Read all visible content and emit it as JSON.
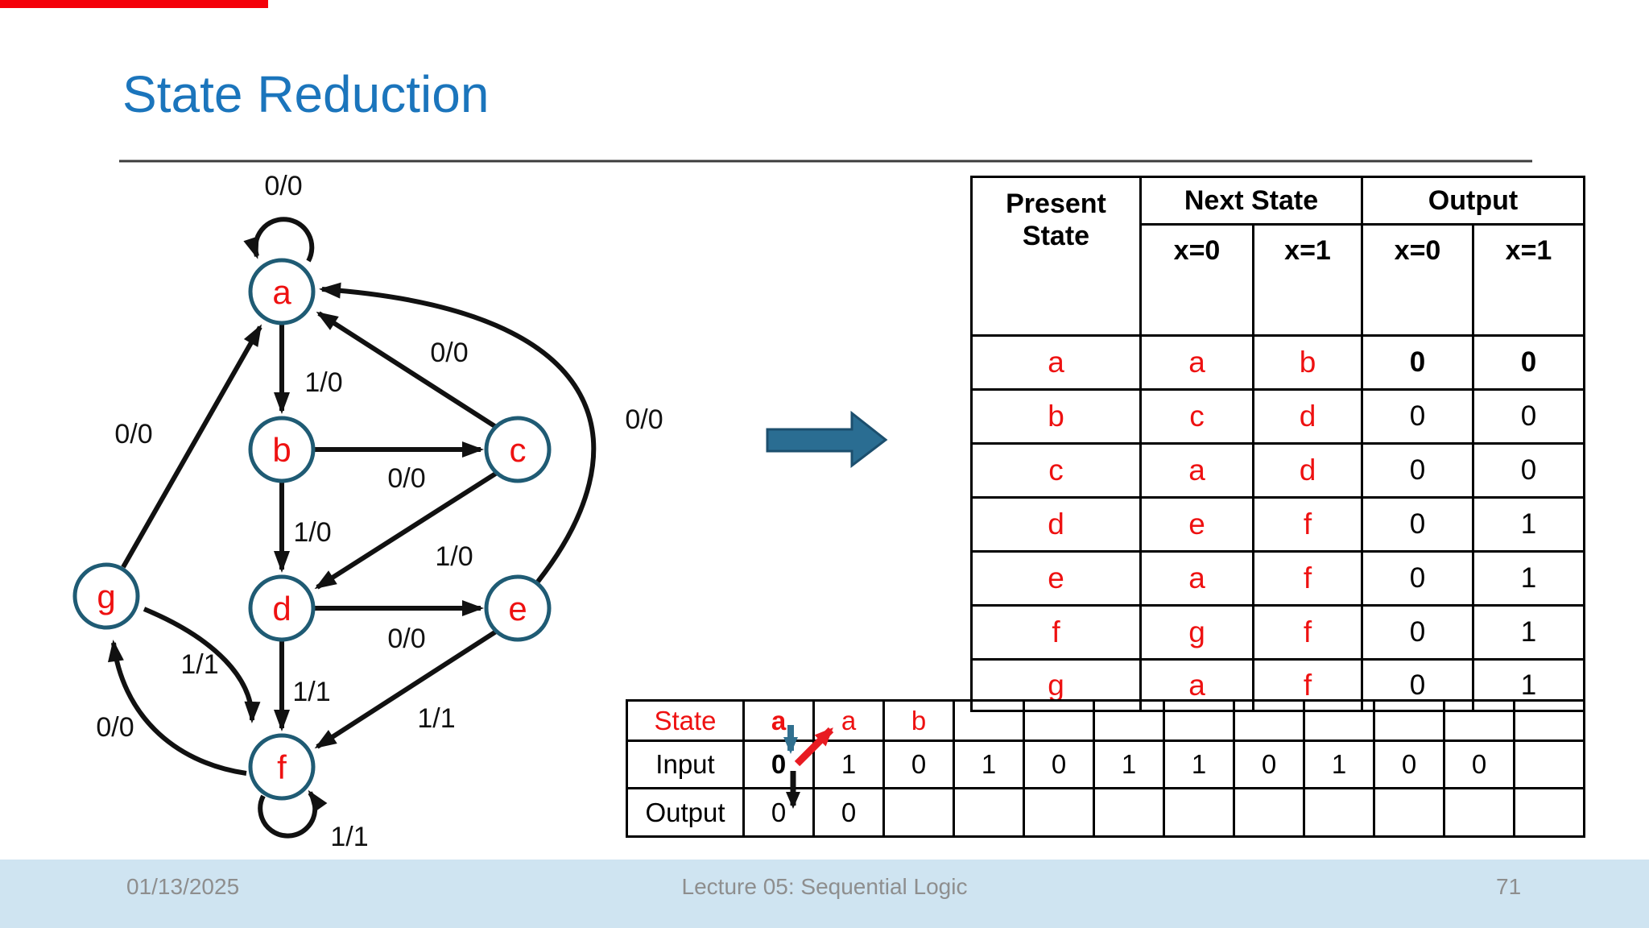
{
  "title": {
    "text": "State Reduction"
  },
  "colors": {
    "title_blue": "#1b75bc",
    "top_bar_red": "#f40009",
    "node_stroke_teal": "#1f5b74",
    "state_letter_red": "#ee1111",
    "big_arrow_fill": "#2a6d92",
    "trace_arrow_teal": "#31708f",
    "trace_arrow_red": "#e81b22",
    "footer_bg": "#cfe4f1",
    "footer_text": "#8e8e8e"
  },
  "diagram": {
    "nodes": [
      {
        "id": "a",
        "label": "a"
      },
      {
        "id": "b",
        "label": "b"
      },
      {
        "id": "c",
        "label": "c"
      },
      {
        "id": "d",
        "label": "d"
      },
      {
        "id": "e",
        "label": "e"
      },
      {
        "id": "f",
        "label": "f"
      },
      {
        "id": "g",
        "label": "g"
      }
    ],
    "edges": [
      {
        "id": "a-self",
        "label": "0/0"
      },
      {
        "id": "a-b",
        "label": "1/0"
      },
      {
        "id": "b-c",
        "label": "0/0"
      },
      {
        "id": "c-a",
        "label": "0/0"
      },
      {
        "id": "e-a",
        "label": "0/0"
      },
      {
        "id": "b-d",
        "label": "1/0"
      },
      {
        "id": "c-d",
        "label": "1/0"
      },
      {
        "id": "d-e",
        "label": "0/0"
      },
      {
        "id": "g-a",
        "label": "0/0"
      },
      {
        "id": "d-f",
        "label": "1/1"
      },
      {
        "id": "e-f",
        "label": "1/1"
      },
      {
        "id": "g-f",
        "label": "1/1"
      },
      {
        "id": "f-g",
        "label": "0/0"
      },
      {
        "id": "f-self",
        "label": "1/1"
      }
    ]
  },
  "state_table": {
    "headers": {
      "present_state": "Present State",
      "next_state": "Next State",
      "output": "Output",
      "x0": "x=0",
      "x1": "x=1"
    },
    "rows": [
      {
        "state": "a",
        "next0": "a",
        "next1": "b",
        "out0": "0",
        "out1": "0"
      },
      {
        "state": "b",
        "next0": "c",
        "next1": "d",
        "out0": "0",
        "out1": "0"
      },
      {
        "state": "c",
        "next0": "a",
        "next1": "d",
        "out0": "0",
        "out1": "0"
      },
      {
        "state": "d",
        "next0": "e",
        "next1": "f",
        "out0": "0",
        "out1": "1"
      },
      {
        "state": "e",
        "next0": "a",
        "next1": "f",
        "out0": "0",
        "out1": "1"
      },
      {
        "state": "f",
        "next0": "g",
        "next1": "f",
        "out0": "0",
        "out1": "1"
      },
      {
        "state": "g",
        "next0": "a",
        "next1": "f",
        "out0": "0",
        "out1": "1"
      }
    ]
  },
  "trace_table": {
    "row_labels": {
      "state": "State",
      "input": "Input",
      "output": "Output"
    },
    "state_row": [
      "a",
      "a",
      "b",
      "",
      "",
      "",
      "",
      "",
      "",
      "",
      "",
      ""
    ],
    "input_row": [
      "0",
      "1",
      "0",
      "1",
      "0",
      "1",
      "1",
      "0",
      "1",
      "0",
      "0",
      ""
    ],
    "output_row": [
      "0",
      "0",
      "",
      "",
      "",
      "",
      "",
      "",
      "",
      "",
      "",
      ""
    ]
  },
  "footer": {
    "date": "01/13/2025",
    "center": "Lecture 05: Sequential Logic",
    "page": "71"
  }
}
